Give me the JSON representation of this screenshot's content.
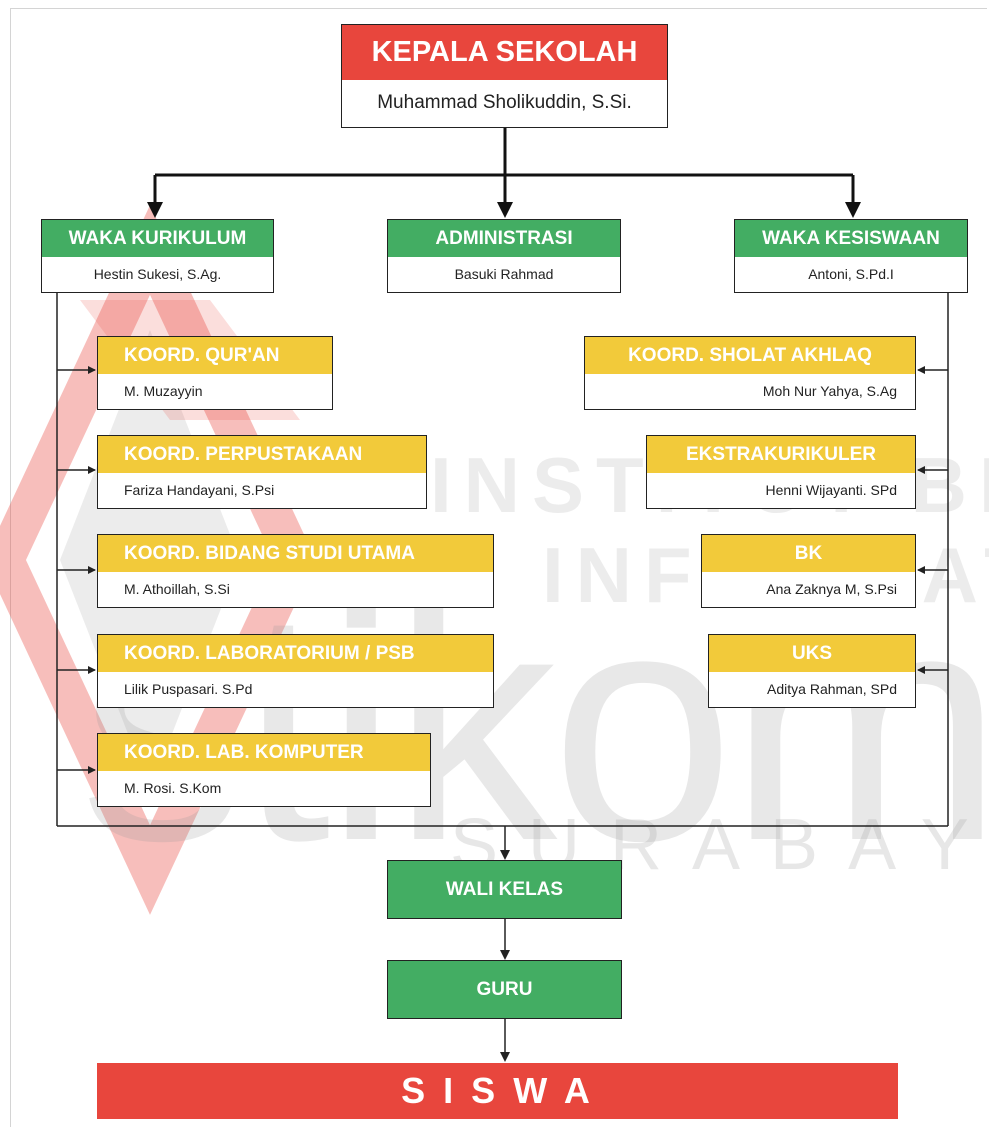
{
  "top": {
    "title": "KEPALA SEKOLAH",
    "name": "Muhammad Sholikuddin, S.Si."
  },
  "wakils": [
    {
      "title": "WAKA KURIKULUM",
      "name": "Hestin Sukesi, S.Ag."
    },
    {
      "title": "ADMINISTRASI",
      "name": "Basuki Rahmad"
    },
    {
      "title": "WAKA KESISWAAN",
      "name": "Antoni, S.Pd.I"
    }
  ],
  "left_coords": [
    {
      "title": "KOORD. QUR'AN",
      "name": "M. Muzayyin"
    },
    {
      "title": "KOORD. PERPUSTAKAAN",
      "name": "Fariza Handayani, S.Psi"
    },
    {
      "title": "KOORD. BIDANG STUDI UTAMA",
      "name": "M. Athoillah, S.Si"
    },
    {
      "title": "KOORD. LABORATORIUM / PSB",
      "name": "Lilik Puspasari. S.Pd"
    },
    {
      "title": "KOORD. LAB. KOMPUTER",
      "name": "M. Rosi. S.Kom"
    }
  ],
  "right_coords": [
    {
      "title": "KOORD. SHOLAT AKHLAQ",
      "name": "Moh Nur Yahya, S.Ag"
    },
    {
      "title": "EKSTRAKURIKULER",
      "name": "Henni Wijayanti. SPd"
    },
    {
      "title": "BK",
      "name": "Ana Zaknya M, S.Psi"
    },
    {
      "title": "UKS",
      "name": "Aditya Rahman, SPd"
    }
  ],
  "wali_kelas": "WALI KELAS",
  "guru": "GURU",
  "siswa": "S I S W A",
  "watermark": {
    "line1": "INSTITUT BISNIS",
    "line2": "& INFORMATIKA",
    "brand": "stikom",
    "city": "SURABAYA"
  },
  "colors": {
    "red": "#e8463d",
    "green": "#43ad63",
    "yellow": "#f2ca3a",
    "line": "#222222"
  }
}
